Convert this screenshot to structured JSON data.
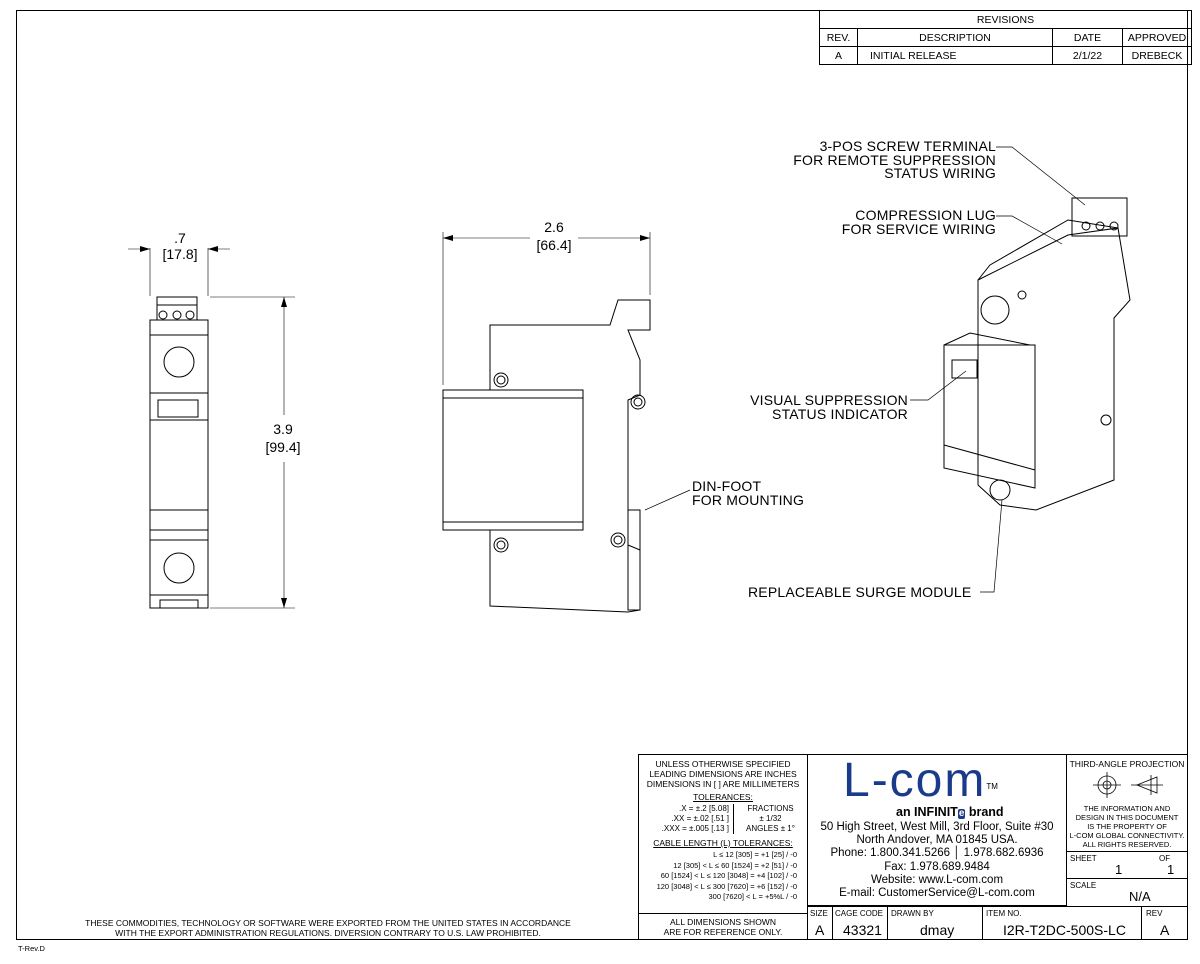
{
  "revisions": {
    "title": "REVISIONS",
    "headers": [
      "REV.",
      "DESCRIPTION",
      "DATE",
      "APPROVED"
    ],
    "rows": [
      [
        "A",
        "INITIAL RELEASE",
        "2/1/22",
        "DREBECK"
      ]
    ]
  },
  "dimensions": {
    "width_in": ".7",
    "width_mm": "[17.8]",
    "height_in": "3.9",
    "height_mm": "[99.4]",
    "depth_in": "2.6",
    "depth_mm": "[66.4]"
  },
  "callouts": {
    "screw_terminal": [
      "3-POS SCREW TERMINAL",
      "FOR REMOTE SUPPRESSION",
      "STATUS WIRING"
    ],
    "compression_lug": [
      "COMPRESSION LUG",
      "FOR SERVICE WIRING"
    ],
    "status_indicator": [
      "VISUAL SUPPRESSION",
      "STATUS INDICATOR"
    ],
    "din_foot": [
      "DIN-FOOT",
      "FOR MOUNTING"
    ],
    "surge_module": "REPLACEABLE SURGE MODULE"
  },
  "tolerances": {
    "header": [
      "UNLESS OTHERWISE SPECIFIED",
      "LEADING DIMENSIONS ARE INCHES",
      "DIMENSIONS IN [ ] ARE MILLIMETERS"
    ],
    "title": "TOLERANCES:",
    "decimal": [
      ".X = ±.2   [5.08]",
      ".XX = ±.02  [.51 ]",
      ".XXX = ±.005 [.13 ]"
    ],
    "fractions_title": "FRACTIONS",
    "fractions": [
      "± 1/32",
      "ANGLES ± 1°"
    ],
    "cable_title": "CABLE LENGTH (L) TOLERANCES:",
    "cable": [
      "L ≤ 12 [305] = +1 [25] / -0",
      "12 [305] < L ≤ 60 [1524] = +2 [51] / -0",
      "60 [1524] < L ≤ 120 [3048] = +4 [102] / -0",
      "120 [3048] < L ≤ 300 [7620] = +6 [152] / -0",
      "300 [7620] < L = +5%L / -0"
    ],
    "reference": [
      "ALL DIMENSIONS SHOWN",
      "ARE FOR REFERENCE ONLY."
    ]
  },
  "company": {
    "logo": "L-com",
    "tm": "TM",
    "tagline_pre": "an INFINIT",
    "tagline_mark": "e",
    "tagline_post": " brand",
    "address1": "50 High Street, West Mill, 3rd Floor, Suite #30",
    "address2": "North Andover, MA 01845 USA.",
    "phone": "Phone:  1.800.341.5266 │ 1.978.682.6936",
    "fax": "Fax:  1.978.689.9484",
    "website": "Website: www.L-com.com",
    "email": "E-mail: CustomerService@L-com.com"
  },
  "projection": {
    "title": "THIRD-ANGLE PROJECTION",
    "notice": [
      "THE INFORMATION AND",
      "DESIGN IN THIS DOCUMENT",
      "IS THE PROPERTY OF",
      "L-COM GLOBAL CONNECTIVITY.",
      "ALL RIGHTS RESERVED."
    ]
  },
  "sheet": {
    "label": "SHEET",
    "value": "1",
    "of_label": "OF",
    "of_value": "1"
  },
  "scale": {
    "label": "SCALE",
    "value": "N/A"
  },
  "titleblock": {
    "size_label": "SIZE",
    "size": "A",
    "cage_label": "CAGE CODE",
    "cage": "43321",
    "drawn_label": "DRAWN BY",
    "drawn": "dmay",
    "item_label": "ITEM NO.",
    "item": "I2R-T2DC-500S-LC",
    "rev_label": "REV",
    "rev": "A"
  },
  "export_notice": [
    "THESE COMMODITIES, TECHNOLOGY OR SOFTWARE WERE EXPORTED FROM THE UNITED STATES IN ACCORDANCE",
    "WITH THE EXPORT ADMINISTRATION REGULATIONS. DIVERSION CONTRARY TO U.S. LAW PROHIBITED."
  ],
  "template_rev": "T-Rev.D"
}
